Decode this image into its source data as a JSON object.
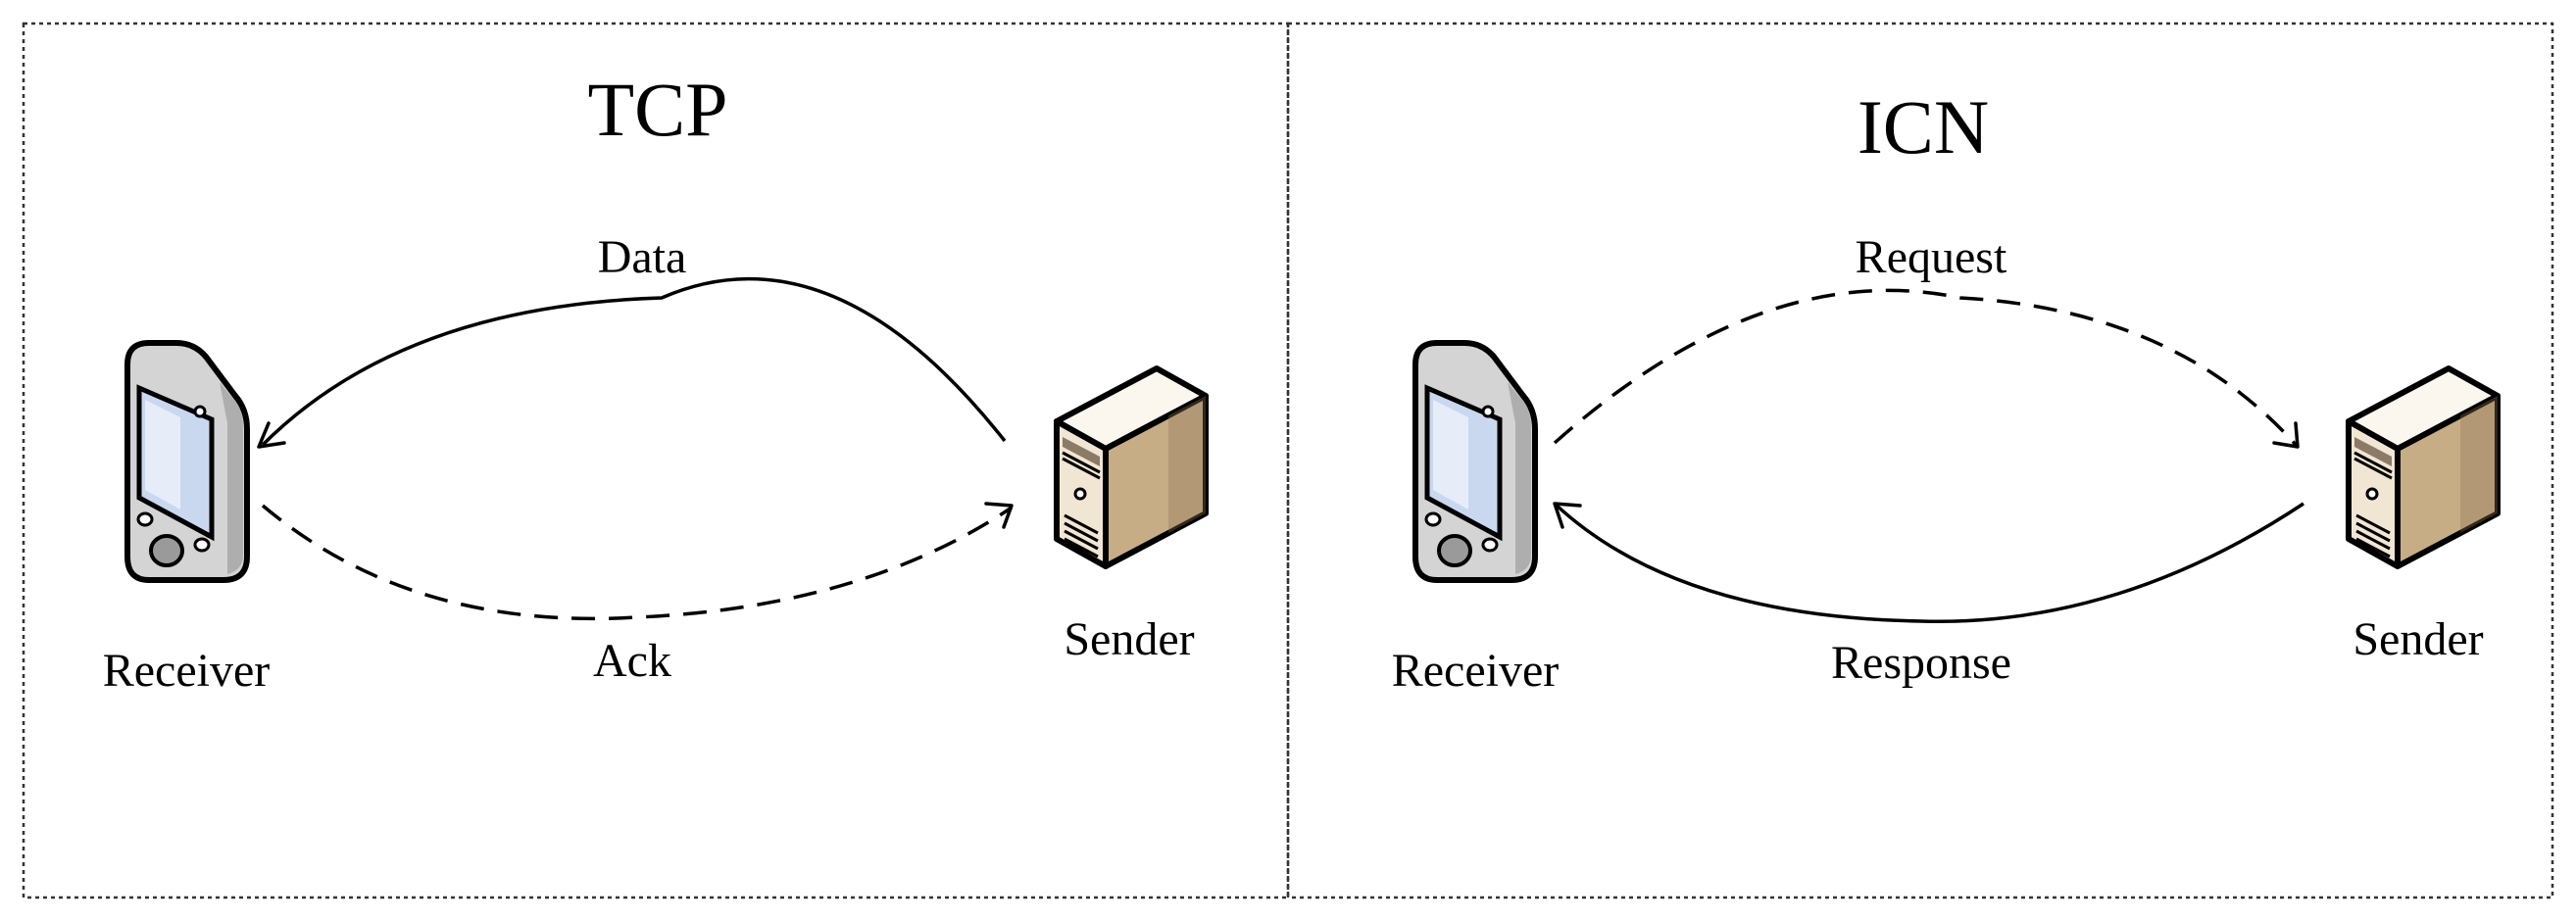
{
  "panels": [
    {
      "title": "TCP",
      "device_left": {
        "label": "Receiver",
        "icon": "mobile-phone-icon"
      },
      "device_right": {
        "label": "Sender",
        "icon": "server-icon"
      },
      "top_arc": {
        "label": "Data",
        "style": "solid",
        "direction": "sender-to-receiver"
      },
      "bottom_arc": {
        "label": "Ack",
        "style": "dashed",
        "direction": "receiver-to-sender"
      }
    },
    {
      "title": "ICN",
      "device_left": {
        "label": "Receiver",
        "icon": "mobile-phone-icon"
      },
      "device_right": {
        "label": "Sender",
        "icon": "server-icon"
      },
      "top_arc": {
        "label": "Request",
        "style": "dashed",
        "direction": "receiver-to-sender"
      },
      "bottom_arc": {
        "label": "Response",
        "style": "solid",
        "direction": "sender-to-receiver"
      }
    }
  ],
  "colors": {
    "line": "#000000",
    "frame": "#333333",
    "phone_body": "#d9d9d9",
    "phone_screen": "#c9d8ef",
    "server_front": "#f1e6d3",
    "server_side": "#b59a73"
  }
}
